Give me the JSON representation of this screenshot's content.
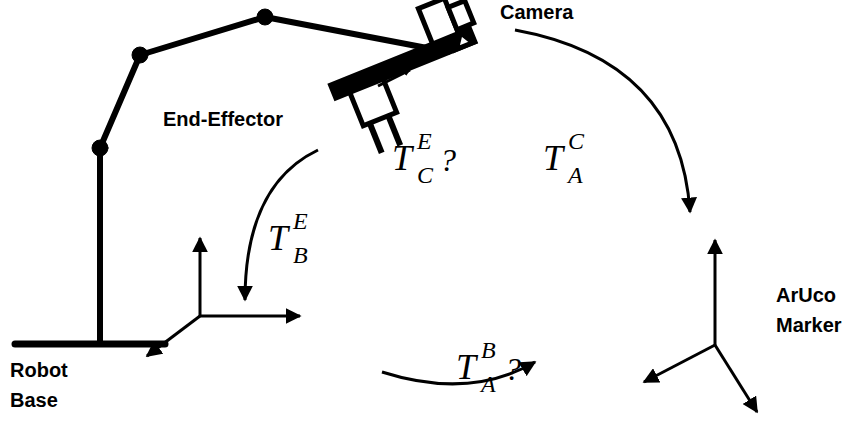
{
  "diagram": {
    "labels": [
      "Camera",
      "End-Effector",
      "T",
      "E",
      "C",
      "?",
      "T",
      "C",
      "A",
      "T",
      "E",
      "B",
      "T",
      "B",
      "A",
      "?",
      "Robot Base",
      "ArUco Marker"
    ]
  }
}
